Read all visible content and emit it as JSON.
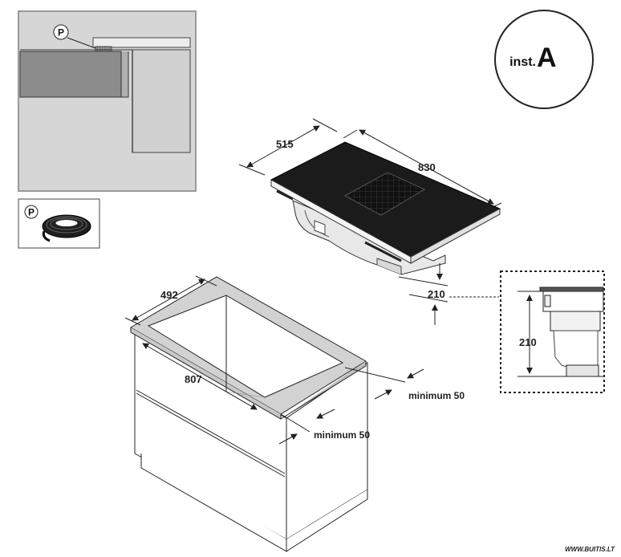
{
  "instruction_badge": {
    "prefix": "inst.",
    "letter": "A"
  },
  "detail_view": {
    "callout_label": "P"
  },
  "seal_legend": {
    "callout_label": "P"
  },
  "hob": {
    "depth": "515",
    "width": "830",
    "height": "210"
  },
  "zoom_detail": {
    "height": "210"
  },
  "cabinet": {
    "cutout_depth": "492",
    "cutout_width": "807",
    "clearance_side": "minimum 50",
    "clearance_front": "minimum 50"
  },
  "watermark": "WWW.BUITIS.LT",
  "colors": {
    "line": "#222222",
    "panel_gray": "#d4d4d4",
    "dark_gray": "#8c8c8c",
    "hob_black": "#1b1b1b"
  }
}
